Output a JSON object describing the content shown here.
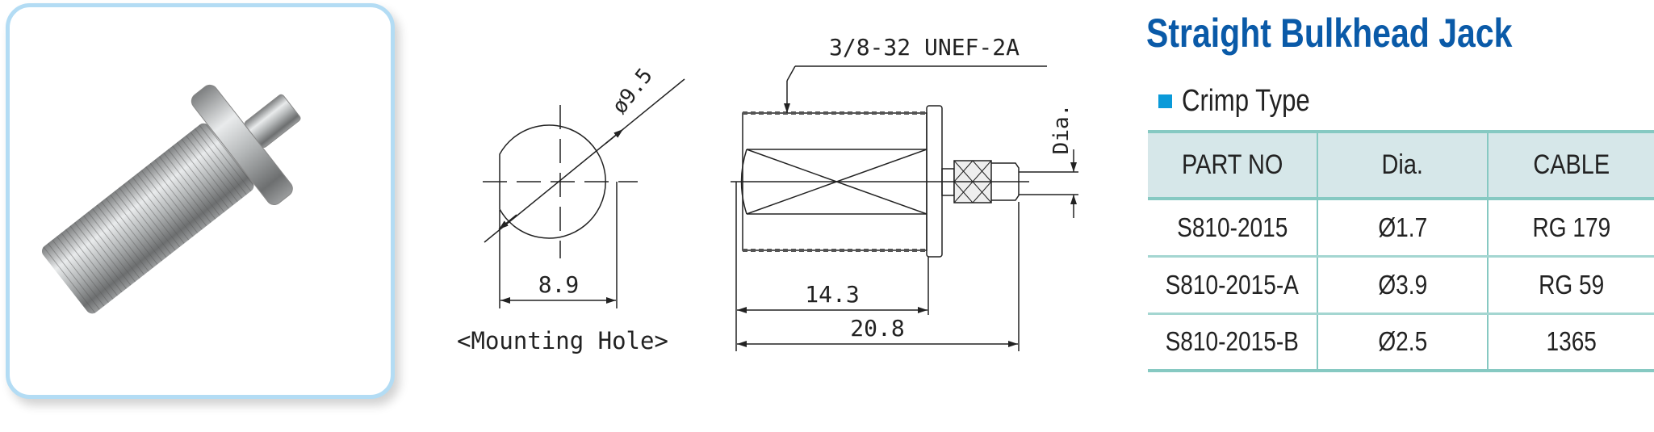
{
  "title": "Straight Bulkhead Jack",
  "subtitle": "Crimp Type",
  "colors": {
    "title": "#0a5aa8",
    "bullet": "#0a9ad9",
    "table_header_bg": "#d6e7e9",
    "table_border": "#86c9c2",
    "photo_border": "#b3dcf4"
  },
  "drawing": {
    "thread_spec": "3/8-32 UNEF-2A",
    "hole_diameter": "ø9.5",
    "hole_width": "8.9",
    "mounting_hole_label": "<Mounting Hole>",
    "body_length": "14.3",
    "overall_length": "20.8",
    "dia_label": "Dia."
  },
  "table": {
    "headers": [
      "PART NO",
      "Dia.",
      "CABLE"
    ],
    "rows": [
      [
        "S810-2015",
        "Ø1.7",
        "RG 179"
      ],
      [
        "S810-2015-A",
        "Ø3.9",
        "RG 59"
      ],
      [
        "S810-2015-B",
        "Ø2.5",
        "1365"
      ]
    ]
  }
}
